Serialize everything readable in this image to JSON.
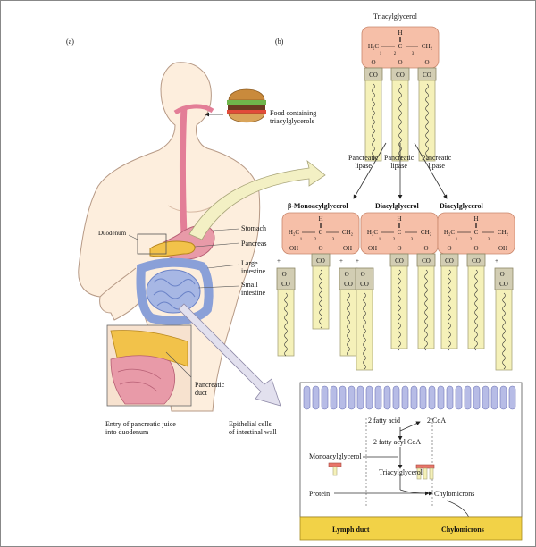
{
  "panel_a": {
    "label": "(a)",
    "food": "Food containing\ntriacylglycerols",
    "organs": {
      "stomach": "Stomach",
      "pancreas": "Pancreas",
      "large_intestine": "Large\nintestine",
      "small_intestine": "Small\nintestine",
      "duodenum": "Duodenum",
      "pancreatic_duct": "Pancreatic\nduct"
    },
    "entry": "Entry of pancreatic juice\ninto duodenum",
    "epithelial": "Epithelial cells\nof intestinal wall"
  },
  "panel_b": {
    "label": "(b)",
    "triacylglycerol": "Triacylglycerol",
    "lipase": "Pancreatic\nlipase",
    "products": [
      "β-Monoacylglycerol",
      "Diacylglycerol",
      "Diacylglycerol"
    ],
    "atoms": {
      "H": "H",
      "C": "C",
      "O": "O",
      "OH": "OH",
      "H2C": "H₂C",
      "CH2": "CH₂",
      "CO": "CO",
      "O_minus": "O⁻",
      "plus": "+",
      "n1": "1",
      "n2": "2",
      "n3": "3"
    }
  },
  "cell": {
    "fatty_acid": "2 fatty acid",
    "coa": "2 CoA",
    "fatty_acyl_coa": "2 fatty acyl CoA",
    "monoacylglycerol": "Monoacylglycerol",
    "triacylglycerol": "Triacylglycerol",
    "protein": "Protein",
    "chylomicrons_mid": "Chylomicrons",
    "lymph_duct": "Lymph duct",
    "chylomicrons_bottom": "Chylomicrons"
  },
  "colors": {
    "glycerol": "#f6bfa8",
    "glycerol_stroke": "#c9876c",
    "co_block": "#d2cdb3",
    "tail": "#f5f1b9",
    "stomach": "#e89aa8",
    "pancreas": "#f2c24a",
    "intestine": "#a7b7e4",
    "body": "#fdeedd",
    "lymph": "#f2d247",
    "villi": "#b7bce6"
  }
}
